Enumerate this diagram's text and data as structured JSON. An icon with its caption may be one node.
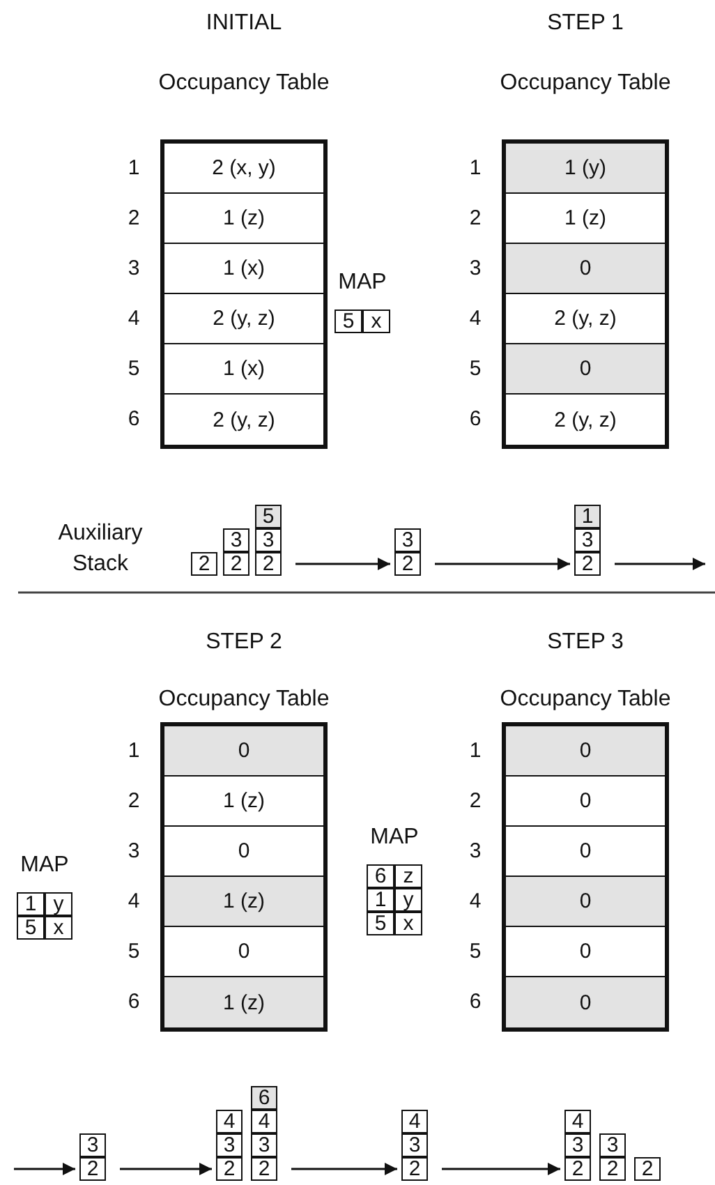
{
  "diagram": {
    "nodes": [
      {
        "text": [
          "Occupancy Table"
        ]
      },
      {
        "text": [
          "2 (x, y)"
        ],
        "in": 0
      },
      {
        "text": [
          "1 (z)"
        ],
        "in": 0
      },
      {
        "text": [
          "1 (x)"
        ],
        "in": 0
      },
      {
        "text": [
          "2 (y, z)"
        ],
        "in": 0
      },
      {
        "text": [
          "1 (x)"
        ],
        "in": 0
      },
      {
        "text": [
          "2 (y, z)"
        ],
        "in": 0
      },
      {
        "text": [
          "MAP"
        ]
      },
      {
        "text": [
          "5"
        ],
        "in": 7
      },
      {
        "text": [
          "x"
        ],
        "in": 7
      },
      {
        "text": [
          "Occupancy Table"
        ]
      },
      {
        "text": [
          "1 (y)"
        ],
        "in": 10
      },
      {
        "text": [
          "1 (z)"
        ],
        "in": 10
      },
      {
        "text": [
          "0"
        ],
        "in": 10
      },
      {
        "text": [
          "2 (y, z)"
        ],
        "in": 10
      },
      {
        "text": [
          "0"
        ],
        "in": 10
      },
      {
        "text": [
          "2 (y, z)"
        ],
        "in": 10
      },
      {
        "text": [
          "2"
        ]
      },
      {
        "text": [
          "3"
        ]
      },
      {
        "text": [
          "2"
        ]
      },
      {
        "text": [
          "5"
        ]
      },
      {
        "text": [
          "3"
        ]
      },
      {
        "text": [
          "2"
        ]
      },
      {
        "text": [
          "3"
        ]
      },
      {
        "text": [
          "2"
        ]
      },
      {
        "text": [
          "1"
        ]
      },
      {
        "text": [
          "3"
        ]
      },
      {
        "text": [
          "2"
        ]
      },
      {
        "text": [
          "MAP"
        ]
      },
      {
        "text": [
          "1"
        ],
        "in": 28
      },
      {
        "text": [
          "y"
        ],
        "in": 28
      },
      {
        "text": [
          "5"
        ],
        "in": 28
      },
      {
        "text": [
          "x"
        ],
        "in": 28
      },
      {
        "text": [
          "Occupancy Table"
        ]
      },
      {
        "text": [
          "0"
        ],
        "in": 33
      },
      {
        "text": [
          "1 (z)"
        ],
        "in": 33
      },
      {
        "text": [
          "0"
        ],
        "in": 33
      },
      {
        "text": [
          "1 (z)"
        ],
        "in": 33
      },
      {
        "text": [
          "0"
        ],
        "in": 33
      },
      {
        "text": [
          "1 (z)"
        ],
        "in": 33
      },
      {
        "text": [
          "MAP"
        ]
      },
      {
        "text": [
          "6"
        ],
        "in": 40
      },
      {
        "text": [
          "z"
        ],
        "in": 40
      },
      {
        "text": [
          "1"
        ],
        "in": 40
      },
      {
        "text": [
          "y"
        ],
        "in": 40
      },
      {
        "text": [
          "5"
        ],
        "in": 40
      },
      {
        "text": [
          "x"
        ],
        "in": 40
      },
      {
        "text": [
          "Occupancy Table"
        ]
      },
      {
        "text": [
          "0"
        ],
        "in": 47
      },
      {
        "text": [
          "0"
        ],
        "in": 47
      },
      {
        "text": [
          "0"
        ],
        "in": 47
      },
      {
        "text": [
          "0"
        ],
        "in": 47
      },
      {
        "text": [
          "0"
        ],
        "in": 47
      },
      {
        "text": [
          "0"
        ],
        "in": 47
      },
      {
        "text": [
          "3"
        ]
      },
      {
        "text": [
          "2"
        ]
      },
      {
        "text": [
          "4"
        ]
      },
      {
        "text": [
          "3"
        ]
      },
      {
        "text": [
          "2"
        ]
      },
      {
        "text": [
          "6"
        ]
      },
      {
        "text": [
          "4"
        ]
      },
      {
        "text": [
          "3"
        ]
      },
      {
        "text": [
          "2"
        ]
      },
      {
        "text": [
          "4"
        ]
      },
      {
        "text": [
          "3"
        ]
      },
      {
        "text": [
          "2"
        ]
      },
      {
        "text": [
          "4"
        ]
      },
      {
        "text": [
          "3"
        ]
      },
      {
        "text": [
          "2"
        ]
      },
      {
        "text": [
          "3"
        ]
      },
      {
        "text": [
          "2"
        ]
      },
      {
        "text": [
          "2"
        ]
      }
    ],
    "edges": [
      {
        "from": 22,
        "to": 24,
        "arrow": "to"
      },
      {
        "from": 24,
        "to": 27,
        "arrow": "to"
      },
      {
        "from": 27,
        "to": null,
        "arrow": "to"
      },
      {
        "from": null,
        "to": 55,
        "arrow": "to"
      },
      {
        "from": 55,
        "to": 58,
        "arrow": "to"
      },
      {
        "from": 62,
        "to": 65,
        "arrow": "to"
      },
      {
        "from": 65,
        "to": 68,
        "arrow": "to"
      }
    ],
    "labels": [
      "INITIAL",
      "STEP 1",
      "1",
      "1",
      "2",
      "2",
      "3",
      "3",
      "4",
      "4",
      "5",
      "5",
      "6",
      "6",
      "Auxiliary Stack",
      "STEP 2",
      "STEP 3",
      "1",
      "1",
      "2",
      "2",
      "3",
      "3",
      "4",
      "4",
      "5",
      "5",
      "6",
      "6"
    ]
  }
}
